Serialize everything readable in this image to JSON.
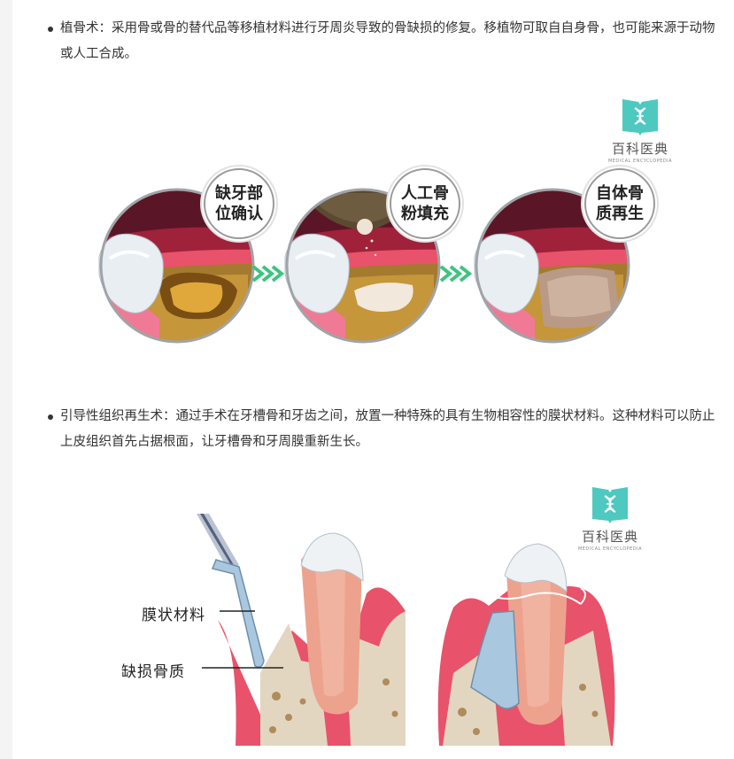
{
  "bullets": [
    {
      "text": "植骨术：采用骨或骨的替代品等移植材料进行牙周炎导致的骨缺损的修复。移植物可取自自身骨，也可能来源于动物或人工合成。"
    },
    {
      "text": "引导性组织再生术：通过手术在牙槽骨和牙齿之间，放置一种特殊的具有生物相容性的膜状材料。这种材料可以防止上皮组织首先占据根面，让牙槽骨和牙周膜重新生长。"
    }
  ],
  "logo": {
    "name": "百科医典",
    "sub": "MEDICAL ENCYCLOPEDIA",
    "color": "#4ec9c0"
  },
  "bone_graft_steps": [
    {
      "line1": "缺牙部",
      "line2": "位确认"
    },
    {
      "line1": "人工骨",
      "line2": "粉填充"
    },
    {
      "line1": "自体骨",
      "line2": "质再生"
    }
  ],
  "gtr_labels": {
    "membrane": "膜状材料",
    "defect": "缺损骨质"
  },
  "colors": {
    "arrow": "#3dc47e",
    "gum": "#e8526a",
    "bone": "#a47a2e",
    "membrane": "#a9c8df"
  }
}
